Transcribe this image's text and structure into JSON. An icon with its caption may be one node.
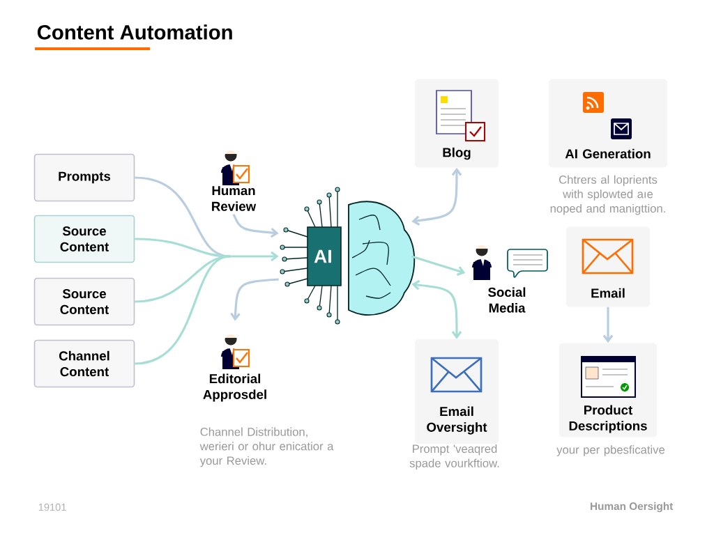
{
  "diagram": {
    "title": "Content Automation",
    "nodes": [
      {
        "text": [
          "Prompts"
        ]
      },
      {
        "text": [
          "Source Content"
        ]
      },
      {
        "text": [
          "Source Content"
        ]
      },
      {
        "text": [
          "Channel Content"
        ]
      },
      {
        "text": [
          "Human Review"
        ]
      },
      {
        "text": [
          "AI"
        ]
      },
      {
        "text": [
          "Editorial Approsdel"
        ]
      },
      {
        "text": [
          "Blog"
        ]
      },
      {
        "text": [
          "AI Generation"
        ],
        "beside": [
          "Chtrers al loprients with splowted aıe noped and manigttion."
        ]
      },
      {
        "text": [
          "Social Media"
        ]
      },
      {
        "text": [
          "Email"
        ]
      },
      {
        "text": [
          "Email Oversight"
        ],
        "beside": [
          "Prompt 'veaqred spade vourkftiow."
        ]
      },
      {
        "text": [
          "Product Descriptions"
        ],
        "beside": [
          "your per pbesficative"
        ]
      }
    ],
    "edges": [
      {
        "from": 0,
        "to": 5,
        "arrow": "to"
      },
      {
        "from": 1,
        "to": 5,
        "arrow": "to",
        "color": "#a6ded5"
      },
      {
        "from": 2,
        "to": 5,
        "arrow": "to",
        "color": "#a6ded5"
      },
      {
        "from": 3,
        "to": 5,
        "arrow": "to",
        "color": "#a6ded5"
      },
      {
        "from": 4,
        "to": 5,
        "arrow": "to"
      },
      {
        "from": 5,
        "to": 6,
        "arrow": "to"
      },
      {
        "from": 5,
        "to": 7,
        "arrow": "both"
      },
      {
        "from": 5,
        "to": 9,
        "arrow": "to",
        "color": "#a6ded5"
      },
      {
        "from": 5,
        "to": 11,
        "arrow": "both",
        "color": "#a6ded5"
      },
      {
        "from": 10,
        "to": 12,
        "arrow": "to"
      }
    ],
    "labels": [
      "Channel Distribution, werieri or ohur enicatior a your Review.",
      "19101",
      "Human Oersight"
    ]
  }
}
